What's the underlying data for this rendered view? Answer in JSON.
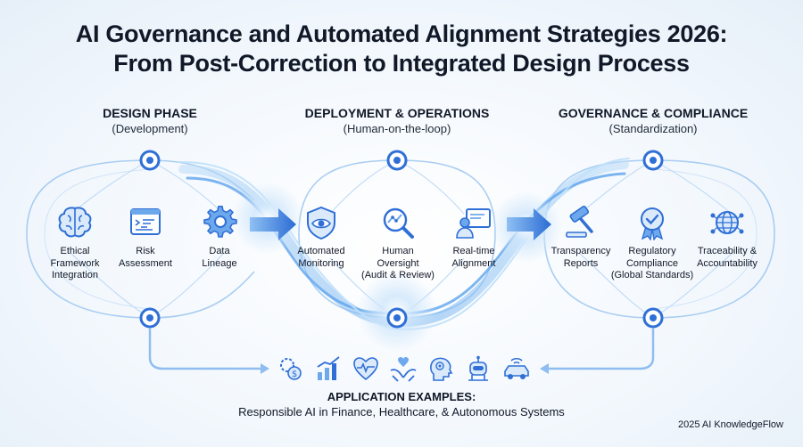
{
  "title": {
    "line1": "AI Governance and Automated Alignment Strategies 2026:",
    "line2": "From Post-Correction to Integrated Design Process"
  },
  "phases": [
    {
      "title": "DESIGN PHASE",
      "subtitle": "(Development)",
      "items": [
        {
          "icon": "brain-icon",
          "label": "Ethical\nFramework\nIntegration"
        },
        {
          "icon": "code-window-icon",
          "label": "Risk\nAssessment"
        },
        {
          "icon": "gear-icon",
          "label": "Data\nLineage"
        }
      ]
    },
    {
      "title": "DEPLOYMENT & OPERATIONS",
      "subtitle": "(Human-on-the-loop)",
      "items": [
        {
          "icon": "shield-eye-icon",
          "label": "Automated\nMonitoring"
        },
        {
          "icon": "magnifier-chart-icon",
          "label": "Human\nOversight\n(Audit & Review)"
        },
        {
          "icon": "person-screen-icon",
          "label": "Real-time\nAlignment"
        }
      ]
    },
    {
      "title": "GOVERNANCE & COMPLIANCE",
      "subtitle": "(Standardization)",
      "items": [
        {
          "icon": "gavel-icon",
          "label": "Transparency\nReports"
        },
        {
          "icon": "award-badge-icon",
          "label": "Regulatory\nCompliance\n(Global Standards)"
        },
        {
          "icon": "globe-network-icon",
          "label": "Traceability &\nAccountability"
        }
      ]
    }
  ],
  "applications": {
    "title": "APPLICATION EXAMPLES:",
    "subtitle": "Responsible AI in Finance, Healthcare, & Autonomous Systems",
    "icons": [
      "finance-gear-icon",
      "bar-growth-icon",
      "heart-pulse-icon",
      "hands-care-icon",
      "ai-head-icon",
      "robot-icon",
      "autonomous-car-icon"
    ]
  },
  "footer": "2025 AI KnowledgeFlow",
  "colors": {
    "accent": "#2f6fd6",
    "flow_light": "#9cc8f4",
    "node_dark": "#1f5fc4",
    "text": "#111827"
  }
}
